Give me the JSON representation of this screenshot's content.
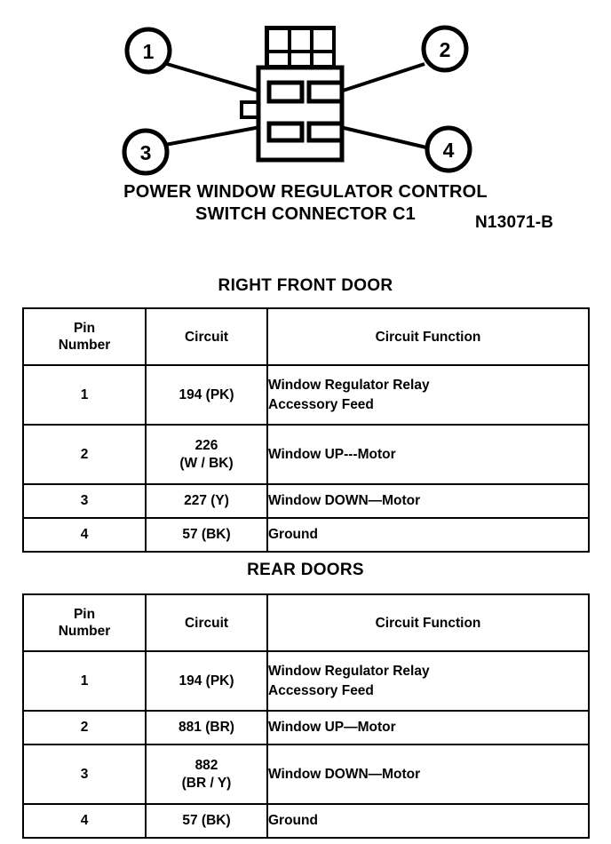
{
  "figure": {
    "caption_line1": "POWER WINDOW REGULATOR CONTROL",
    "caption_line2": "SWITCH CONNECTOR C1",
    "figure_id": "N13071-B",
    "callouts": [
      {
        "label": "1",
        "position": "top-left"
      },
      {
        "label": "2",
        "position": "top-right"
      },
      {
        "label": "3",
        "position": "bottom-left"
      },
      {
        "label": "4",
        "position": "bottom-right"
      }
    ],
    "connector": {
      "pin_cavities": 4,
      "top_grid_columns": 3,
      "top_grid_rows": 2,
      "has_latch_tab": true
    },
    "line_color": "#000000"
  },
  "tables": [
    {
      "title": "RIGHT FRONT DOOR",
      "headers": [
        "Pin\nNumber",
        "Circuit",
        "Circuit Function"
      ],
      "header_pin_line1": "Pin",
      "header_pin_line2": "Number",
      "header_circuit": "Circuit",
      "header_function": "Circuit Function",
      "rows": [
        {
          "pin": "1",
          "circuit": "194 (PK)",
          "circuit_line2": "",
          "function_line1": "Window Regulator Relay",
          "function_line2": "Accessory Feed"
        },
        {
          "pin": "2",
          "circuit": "226",
          "circuit_line2": "(W / BK)",
          "function_line1": "Window UP---Motor",
          "function_line2": ""
        },
        {
          "pin": "3",
          "circuit": "227 (Y)",
          "circuit_line2": "",
          "function_line1": "Window DOWN—Motor",
          "function_line2": ""
        },
        {
          "pin": "4",
          "circuit": "57 (BK)",
          "circuit_line2": "",
          "function_line1": "Ground",
          "function_line2": ""
        }
      ]
    },
    {
      "title": "REAR DOORS",
      "header_pin_line1": "Pin",
      "header_pin_line2": "Number",
      "header_circuit": "Circuit",
      "header_function": "Circuit Function",
      "rows": [
        {
          "pin": "1",
          "circuit": "194 (PK)",
          "circuit_line2": "",
          "function_line1": "Window Regulator Relay",
          "function_line2": "Accessory Feed"
        },
        {
          "pin": "2",
          "circuit": "881 (BR)",
          "circuit_line2": "",
          "function_line1": "Window UP—Motor",
          "function_line2": ""
        },
        {
          "pin": "3",
          "circuit": "882",
          "circuit_line2": "(BR / Y)",
          "function_line1": "Window DOWN—Motor",
          "function_line2": ""
        },
        {
          "pin": "4",
          "circuit": "57 (BK)",
          "circuit_line2": "",
          "function_line1": "Ground",
          "function_line2": ""
        }
      ]
    }
  ]
}
